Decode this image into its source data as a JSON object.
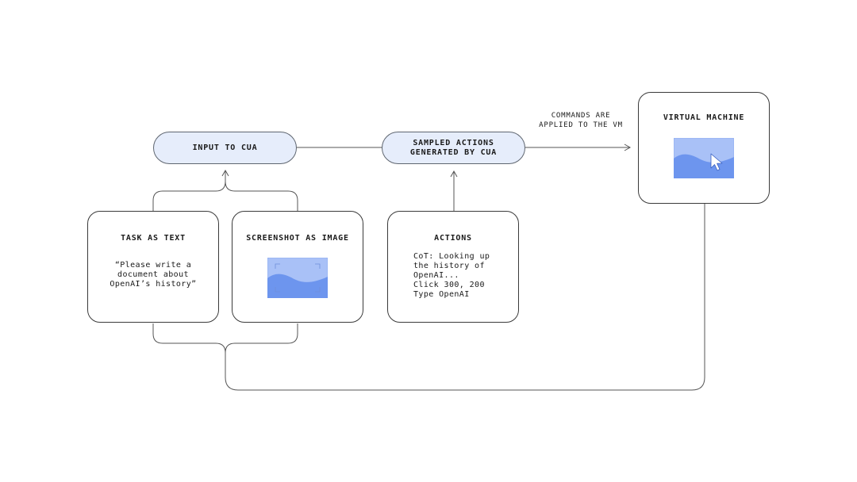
{
  "diagram": {
    "nodes": {
      "input_to_cua": "INPUT TO CUA",
      "sampled_actions": "SAMPLED ACTIONS\nGENERATED BY CUA",
      "virtual_machine": "VIRTUAL MACHINE",
      "task_as_text": "TASK AS TEXT",
      "screenshot_as_image": "SCREENSHOT AS IMAGE",
      "actions": "ACTIONS"
    },
    "task_text": "“Please write a\ndocument about\nOpenAI’s history”",
    "actions_text": "CoT: Looking up\nthe history of\nOpenAI...\nClick 300, 200\nType OpenAI",
    "edge_label": "COMMANDS ARE\nAPPLIED TO THE VM"
  },
  "colors": {
    "pill_fill": "#e6edfb",
    "image_light": "#a9c1f7",
    "image_dark": "#6d95ee",
    "line": "#555555"
  },
  "icons": [
    "image-placeholder-icon",
    "vm-screen-icon",
    "cursor-icon"
  ]
}
